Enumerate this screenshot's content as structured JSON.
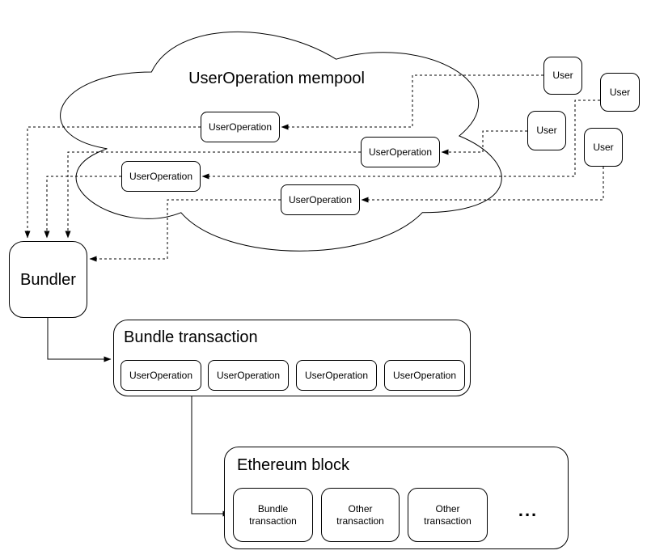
{
  "diagram": {
    "colors": {
      "stroke": "#000000",
      "background": "#ffffff"
    },
    "mempool": {
      "title": "UserOperation mempool",
      "userops": [
        "UserOperation",
        "UserOperation",
        "UserOperation",
        "UserOperation"
      ]
    },
    "users": [
      "User",
      "User",
      "User",
      "User"
    ],
    "bundler_label": "Bundler",
    "bundle_transaction": {
      "title": "Bundle transaction",
      "userops": [
        "UserOperation",
        "UserOperation",
        "UserOperation",
        "UserOperation"
      ]
    },
    "ethereum_block": {
      "title": "Ethereum block",
      "transactions": [
        "Bundle transaction",
        "Other transaction",
        "Other transaction"
      ],
      "ellipsis": "..."
    }
  }
}
